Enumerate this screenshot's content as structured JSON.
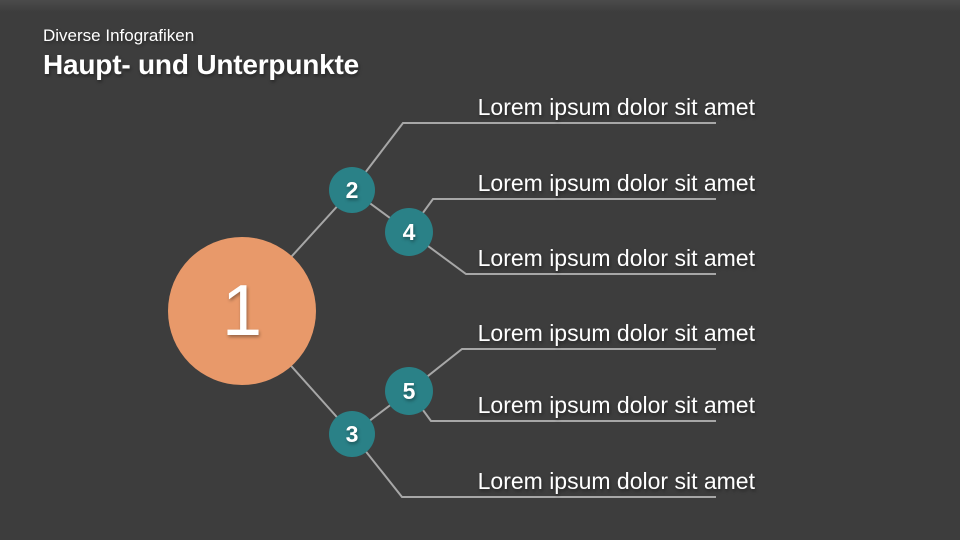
{
  "header": {
    "eyebrow": "Diverse Infografiken",
    "title": "Haupt- und Unterpunkte"
  },
  "colors": {
    "background": "#3D3D3D",
    "main_circle": "#E8996A",
    "sub_circle": "#2A8187",
    "connector": "#A7A7A7",
    "text": "#FFFFFF"
  },
  "diagram": {
    "main_node": {
      "label": "1"
    },
    "sub_nodes": [
      {
        "label": "2"
      },
      {
        "label": "3"
      },
      {
        "label": "4"
      },
      {
        "label": "5"
      }
    ],
    "items": [
      {
        "label": "Lorem ipsum dolor sit amet"
      },
      {
        "label": "Lorem ipsum dolor sit amet"
      },
      {
        "label": "Lorem ipsum dolor sit amet"
      },
      {
        "label": "Lorem ipsum dolor sit amet"
      },
      {
        "label": "Lorem ipsum dolor sit amet"
      },
      {
        "label": "Lorem ipsum dolor sit amet"
      }
    ]
  }
}
